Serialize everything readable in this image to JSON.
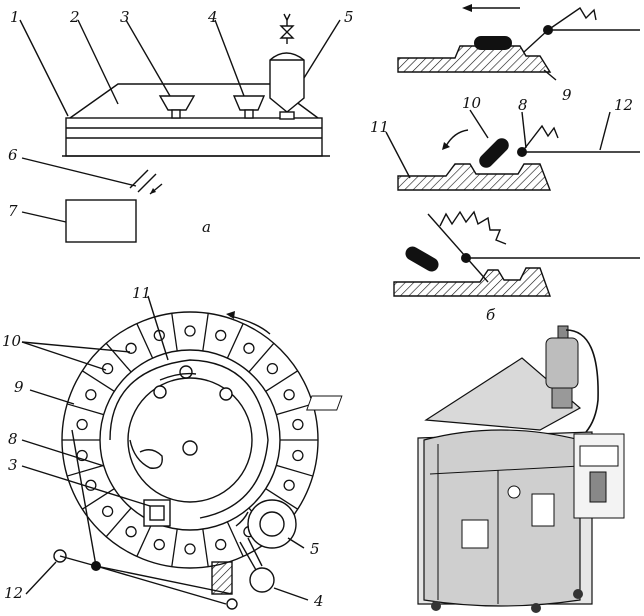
{
  "panel_a": {
    "caption": "а",
    "labels": [
      "1",
      "2",
      "3",
      "4",
      "5",
      "6",
      "7"
    ]
  },
  "panel_b": {
    "caption": "б",
    "labels": [
      "9",
      "10",
      "8",
      "12",
      "11"
    ]
  },
  "panel_c": {
    "labels": [
      "11",
      "10",
      "9",
      "8",
      "3",
      "5",
      "12",
      "4"
    ]
  },
  "photo": {
    "description_icon": "rotary-machine-photo"
  }
}
